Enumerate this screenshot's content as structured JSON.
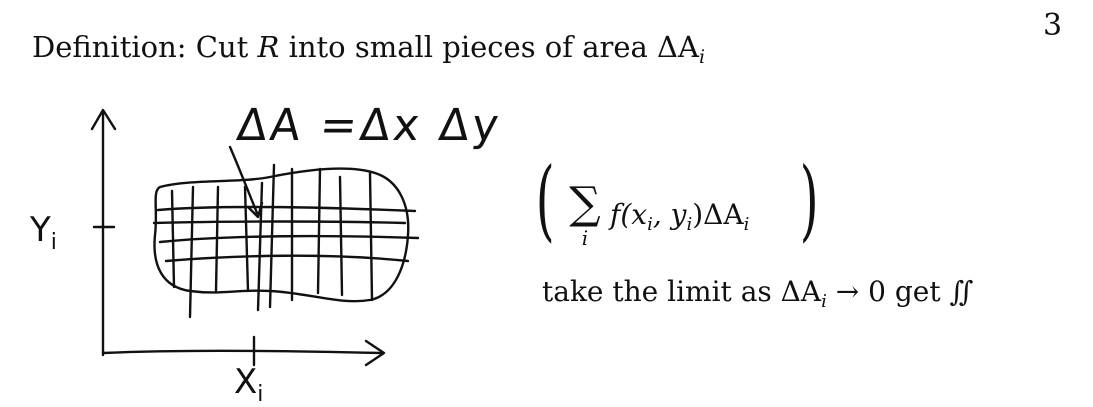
{
  "page_number": "3",
  "definition": {
    "prefix": "Definition: Cut ",
    "region": "R",
    "middle": " into small pieces of area ",
    "delta_A": "ΔA",
    "subscript": "i"
  },
  "sketch": {
    "area_label": "ΔA =Δx Δy",
    "y_label": "Yi",
    "x_label": "Xi"
  },
  "formula": {
    "sigma": "∑",
    "sum_index": "i",
    "f_open": "f(x",
    "sub_i1": "i",
    "comma_y": ", y",
    "sub_i2": "i",
    "close_delta": ")ΔA",
    "sub_i3": "i"
  },
  "limit": {
    "prefix": "take the limit as ",
    "delta_A": "ΔA",
    "subscript": "i",
    "suffix": " → 0 get ∬"
  }
}
